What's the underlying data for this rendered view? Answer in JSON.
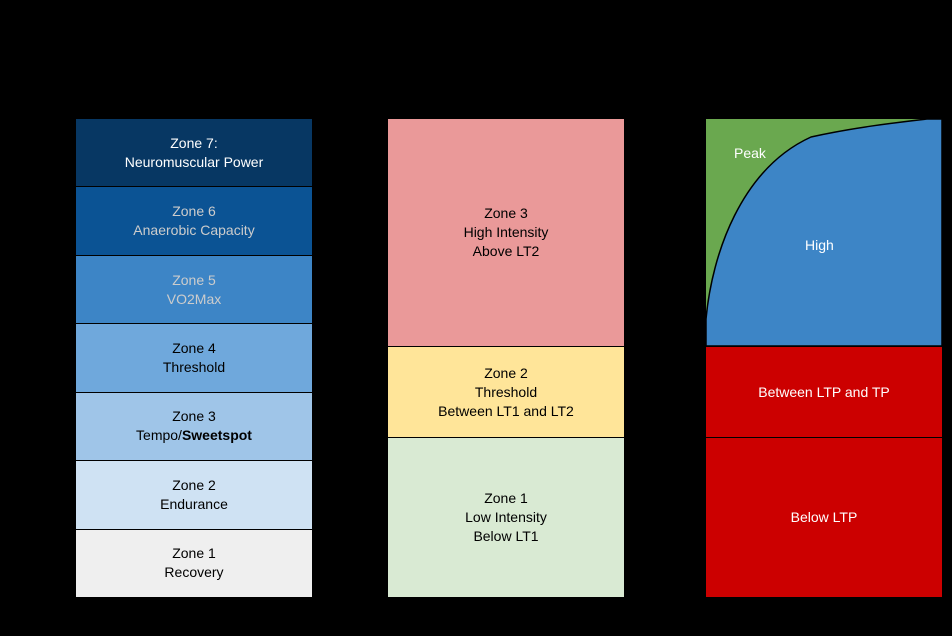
{
  "background": "#000000",
  "palette": {
    "zone7": "#073763",
    "zone6": "#0b5394",
    "zone5": "#3d85c6",
    "zone4": "#6fa8dc",
    "zone3": "#9fc5e8",
    "zone2": "#cfe2f3",
    "zone1": "#efefef",
    "high_intensity_pink": "#ea9999",
    "threshold_yellow": "#ffe599",
    "low_intensity_green": "#d9ead3",
    "pdc_green": "#6aa84f",
    "pdc_blue": "#3d85c6",
    "ltp_red": "#cc0000",
    "divider": "#000000"
  },
  "seven_zone_column": {
    "zones": [
      {
        "line1": "Zone 7:",
        "line2": "Neuromuscular Power"
      },
      {
        "line1": "Zone 6",
        "line2": "Anaerobic Capacity"
      },
      {
        "line1": "Zone 5",
        "line2": "VO2Max"
      },
      {
        "line1": "Zone 4",
        "line2": "Threshold"
      },
      {
        "line1": "Zone 3",
        "line2_prefix": "Tempo/",
        "line2_bold": "Sweetspot"
      },
      {
        "line1": "Zone 2",
        "line2": "Endurance"
      },
      {
        "line1": "Zone 1",
        "line2": "Recovery"
      }
    ]
  },
  "three_zone_column": {
    "zones": [
      {
        "line1": "Zone 3",
        "line2": "High Intensity",
        "line3": "Above LT2"
      },
      {
        "line1": "Zone 2",
        "line2": "Threshold",
        "line3": "Between LT1 and LT2"
      },
      {
        "line1": "Zone 1",
        "line2": "Low Intensity",
        "line3": "Below LT1"
      }
    ]
  },
  "ltp_column": {
    "curve_box": {
      "peak_label": "Peak",
      "high_label": "High"
    },
    "middle_box": {
      "label": "Between LTP and TP"
    },
    "bottom_box": {
      "label": "Below LTP"
    }
  }
}
